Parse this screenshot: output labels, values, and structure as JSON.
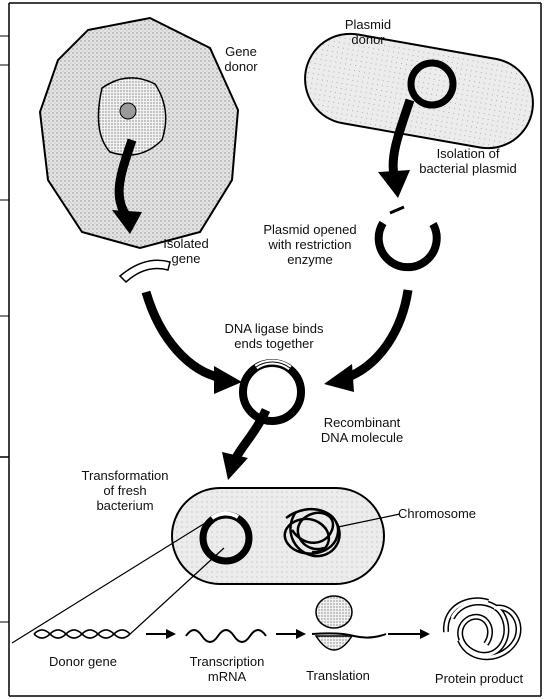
{
  "labels": {
    "gene_donor": "Gene\ndonor",
    "plasmid_donor": "Plasmid\ndonor",
    "isolation_of_plasmid": "Isolation of\nbacterial plasmid",
    "plasmid_opened": "Plasmid opened\nwith restriction\nenzyme",
    "isolated_gene": "Isolated\ngene",
    "dna_ligase": "DNA ligase binds\nends together",
    "recombinant_dna": "Recombinant\nDNA molecule",
    "transformation": "Transformation\nof fresh\nbacterium",
    "chromosome": "Chromosome",
    "donor_gene": "Donor gene",
    "transcription_mrna": "Transcription\nmRNA",
    "translation": "Translation",
    "protein_product": "Protein product"
  }
}
